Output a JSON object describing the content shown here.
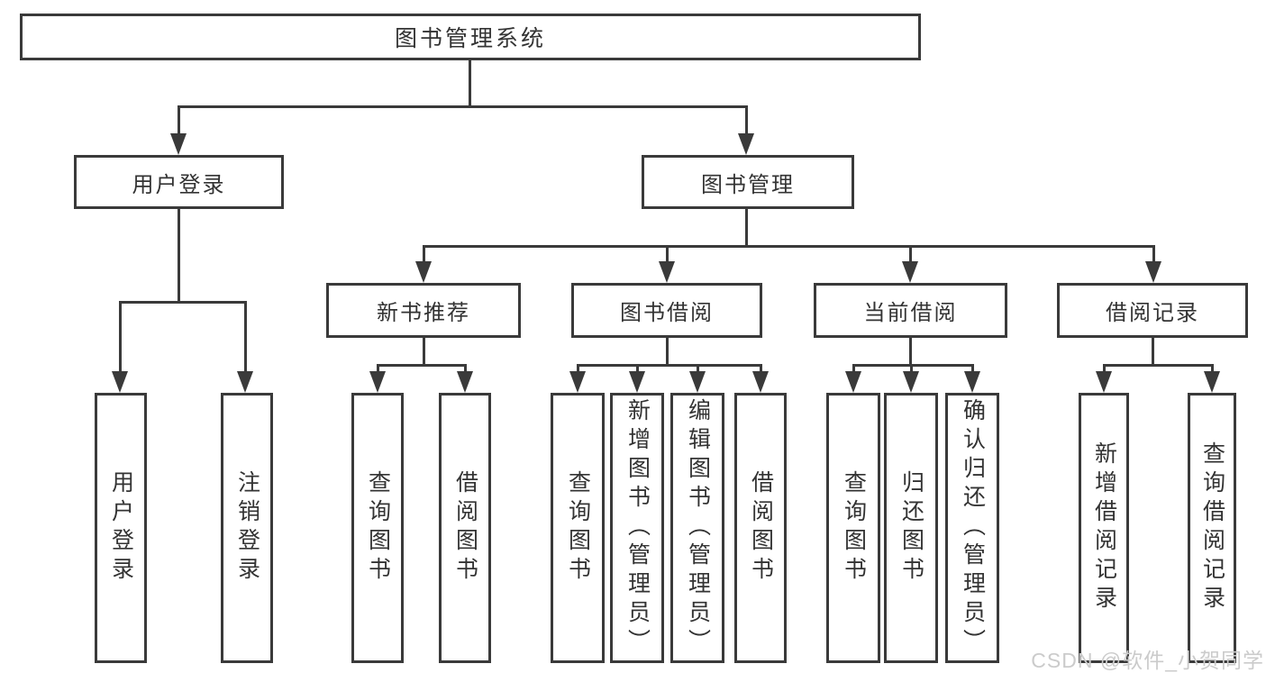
{
  "diagram": {
    "title": "图书管理系统",
    "branches": [
      {
        "label": "用户登录",
        "children": [
          {
            "label": "用户登录"
          },
          {
            "label": "注销登录"
          }
        ]
      },
      {
        "label": "图书管理",
        "children": [
          {
            "label": "新书推荐",
            "children": [
              {
                "label": "查询图书"
              },
              {
                "label": "借阅图书"
              }
            ]
          },
          {
            "label": "图书借阅",
            "children": [
              {
                "label": "查询图书"
              },
              {
                "label": "新增图书（管理员）"
              },
              {
                "label": "编辑图书（管理员）"
              },
              {
                "label": "借阅图书"
              }
            ]
          },
          {
            "label": "当前借阅",
            "children": [
              {
                "label": "查询图书"
              },
              {
                "label": "归还图书"
              },
              {
                "label": "确认归还（管理员）"
              }
            ]
          },
          {
            "label": "借阅记录",
            "children": [
              {
                "label": "新增借阅记录"
              },
              {
                "label": "查询借阅记录"
              }
            ]
          }
        ]
      }
    ]
  },
  "watermark": {
    "text": "CSDN @软件_小贺同学"
  },
  "colors": {
    "line": "#3a3a3a",
    "box_border": "#3a3a3a",
    "text": "#333333",
    "watermark": "#cbcbcb",
    "background": "#ffffff"
  }
}
